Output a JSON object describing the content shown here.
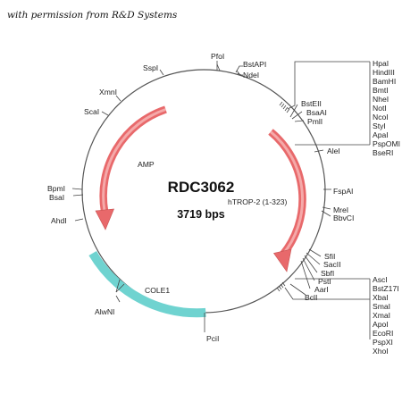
{
  "credit": "with permission from R&D Systems",
  "plasmid": {
    "name": "RDC3062",
    "size_label": "3719 bps",
    "length_bp": 3719
  },
  "colors": {
    "backbone": "#555555",
    "insert_arrow": "#e8696b",
    "amp_arrow": "#e8696b",
    "origin": "#6fd3d0"
  },
  "features": {
    "hTROP2": {
      "label": "hTROP-2 (1-323)"
    },
    "AMP": {
      "label": "AMP"
    },
    "COLE1": {
      "label": "COLE1"
    }
  },
  "sites": {
    "PfoI": "PfoI",
    "BstAPI": "BstAPI",
    "NdeI": "NdeI",
    "SspI": "SspI",
    "XmnI": "XmnI",
    "ScaI": "ScaI",
    "BstEII": "BstEII",
    "BsaAI": "BsaAI",
    "PmlI": "PmlI",
    "AleI": "AleI",
    "FspAI": "FspAI",
    "MreI": "MreI",
    "BbvCI": "BbvCI",
    "SfiI": "SfiI",
    "SacII": "SacII",
    "SbfI": "SbfI",
    "PstI": "PstI",
    "AarI": "AarI",
    "BclI": "BclI",
    "PciI": "PciI",
    "AlwNI": "AlwNI",
    "AhdI": "AhdI",
    "BsaI": "BsaI",
    "BpmI": "BpmI"
  },
  "mcs_top": [
    "HpaI",
    "HindIII",
    "BamHI",
    "BmtI",
    "NheI",
    "NotI",
    "NcoI",
    "StyI",
    "ApaI",
    "PspOMI",
    "BseRI"
  ],
  "mcs_bottom": [
    "AscI",
    "BstZ17I",
    "XbaI",
    "SmaI",
    "XmaI",
    "ApoI",
    "EcoRI",
    "PspXI",
    "XhoI"
  ]
}
